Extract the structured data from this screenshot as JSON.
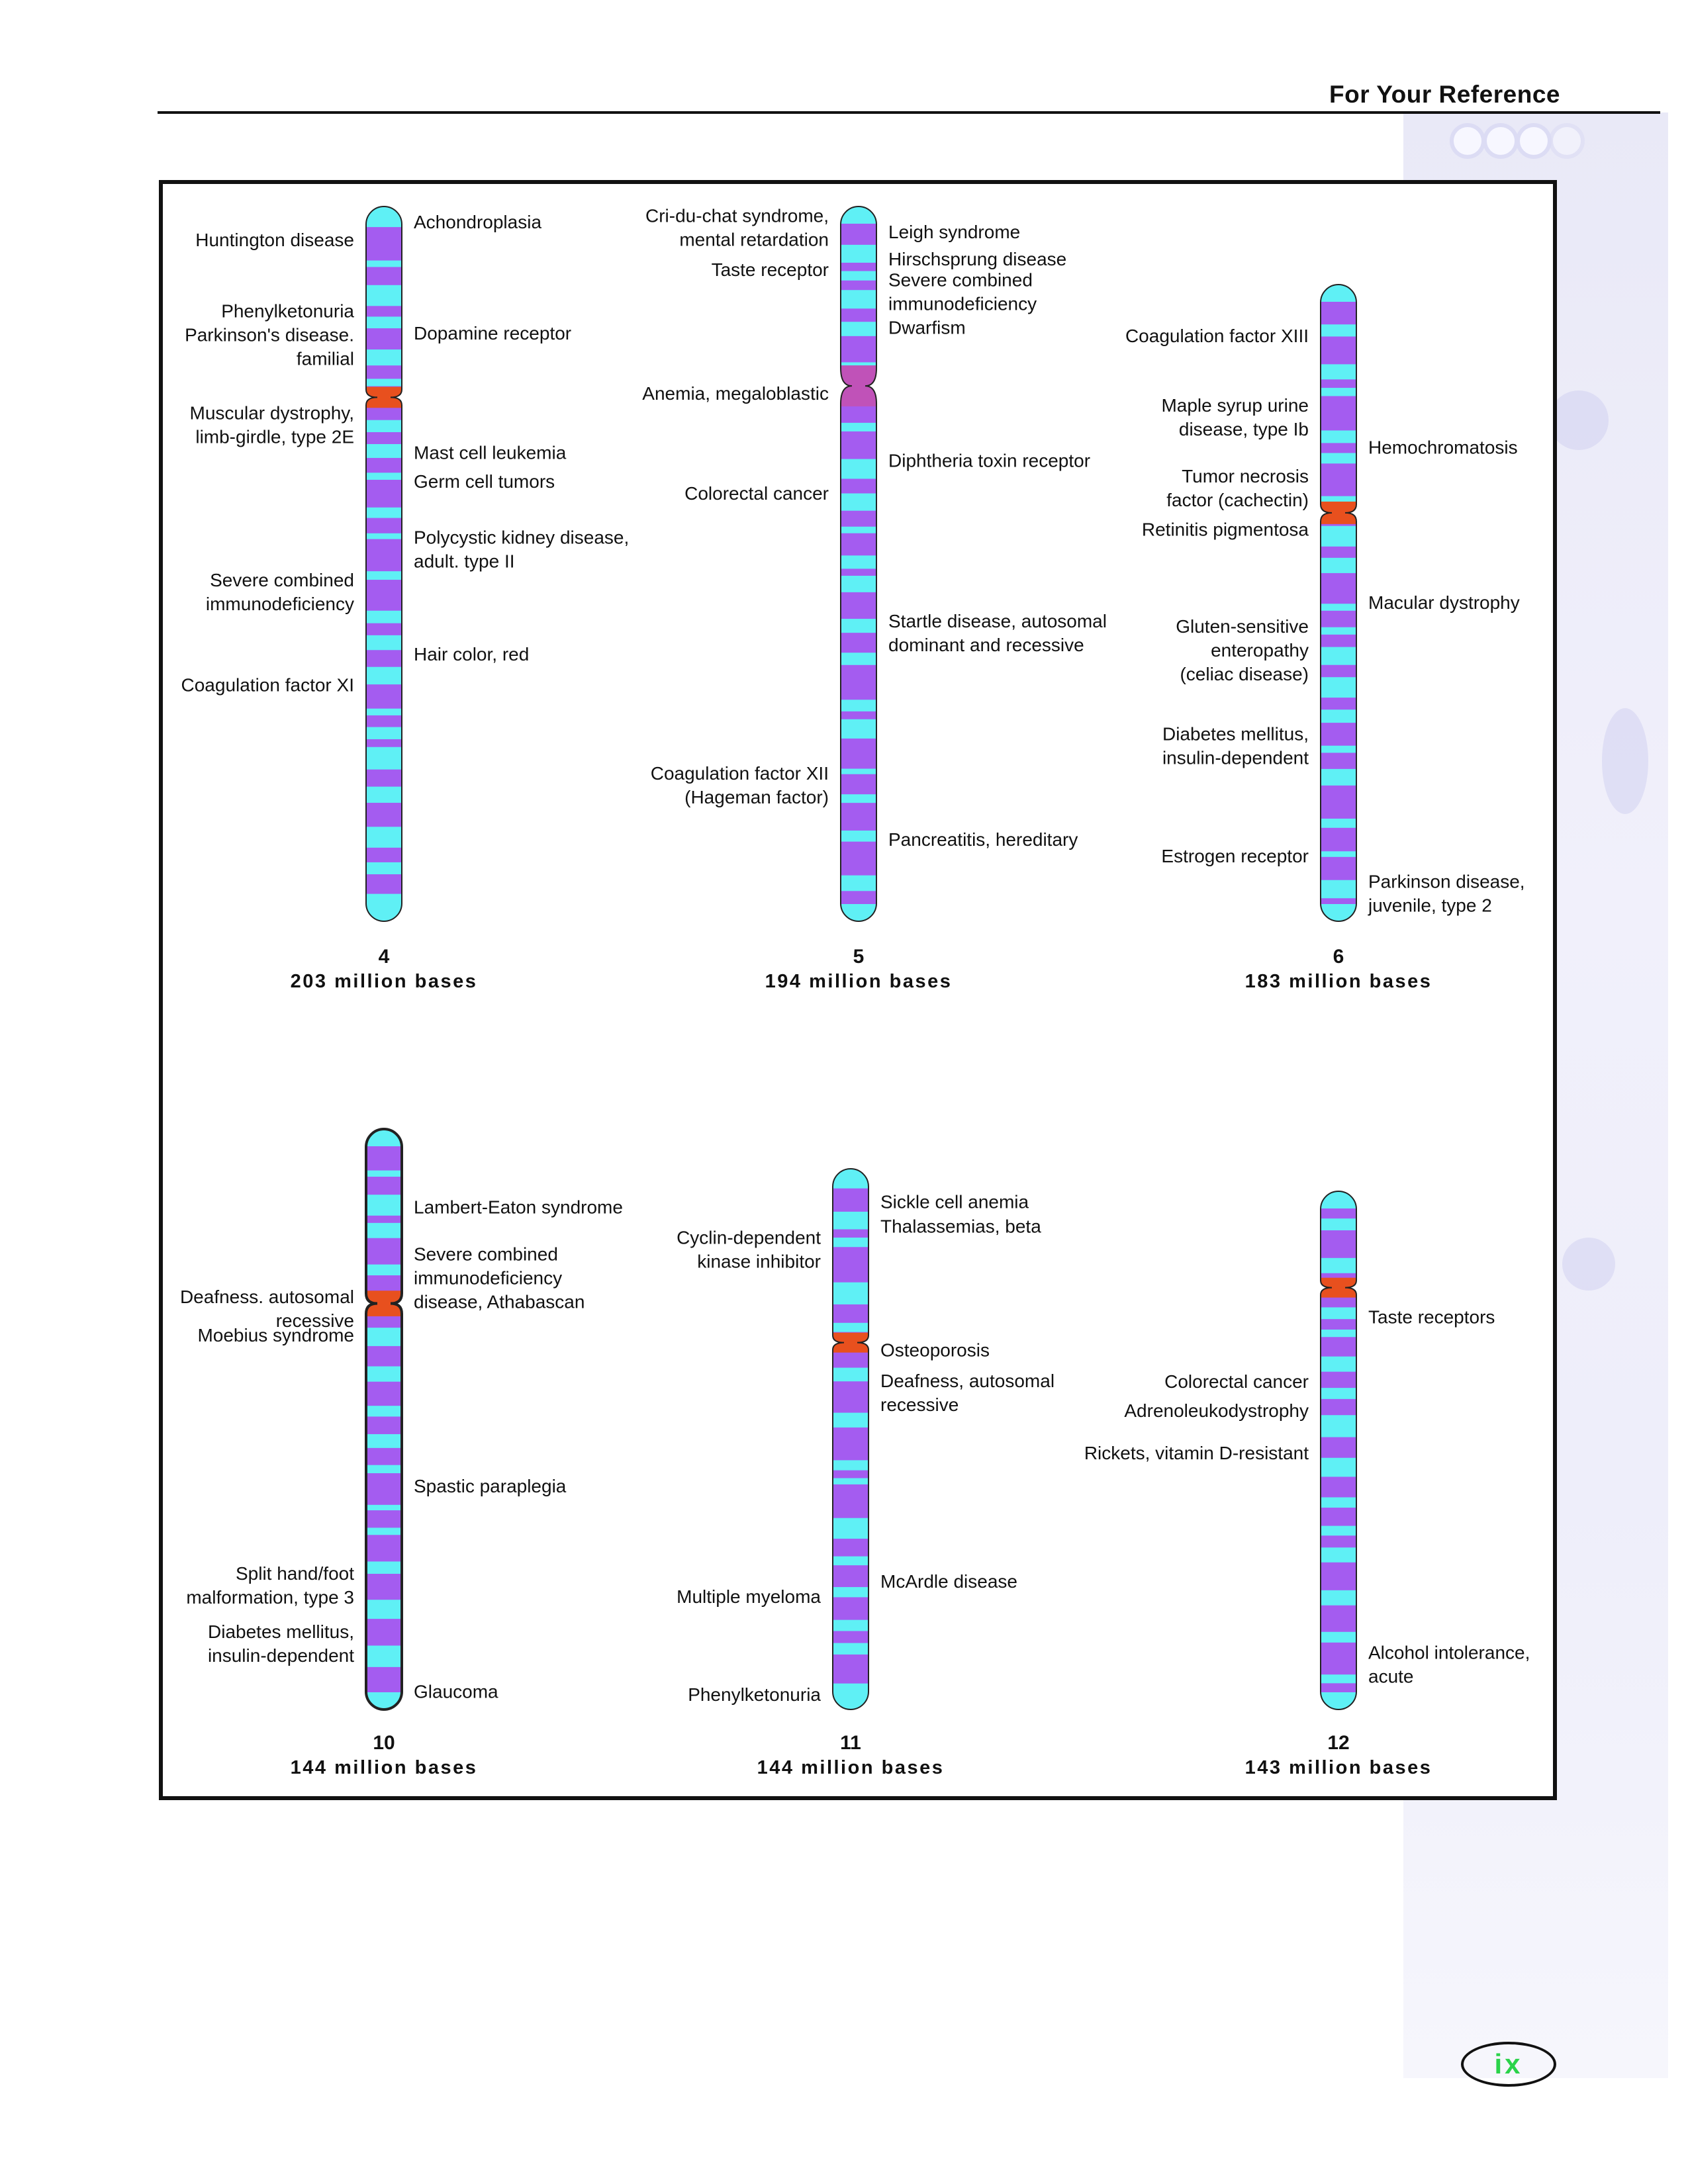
{
  "header": {
    "title": "For Your Reference"
  },
  "page_number": "ix",
  "colors": {
    "band_a": "#5ff0f5",
    "band_b": "#a45cf0",
    "centromere": "#e8501e",
    "outline": "#222222",
    "page_number": "#2bd34a"
  },
  "chromosomes": [
    {
      "number": "4",
      "size": "203 million bases",
      "left_labels": [
        {
          "lines": [
            "Huntington disease"
          ],
          "pos": 0.047
        },
        {
          "lines": [
            "Phenylketonuria",
            "Parkinson's disease.",
            "familial"
          ],
          "pos": 0.18
        },
        {
          "lines": [
            "Muscular dystrophy,",
            "limb-girdle, type 2E"
          ],
          "pos": 0.306
        },
        {
          "lines": [
            "Severe combined",
            "immunodeficiency"
          ],
          "pos": 0.54
        },
        {
          "lines": [
            "Coagulation factor XI"
          ],
          "pos": 0.67
        }
      ],
      "right_labels": [
        {
          "lines": [
            "Achondroplasia"
          ],
          "pos": 0.022
        },
        {
          "lines": [
            "Dopamine receptor"
          ],
          "pos": 0.178
        },
        {
          "lines": [
            "Mast cell leukemia"
          ],
          "pos": 0.345
        },
        {
          "lines": [
            "Germ cell tumors"
          ],
          "pos": 0.385
        },
        {
          "lines": [
            "Polycystic kidney disease,",
            "adult. type II"
          ],
          "pos": 0.48
        },
        {
          "lines": [
            "Hair color, red"
          ],
          "pos": 0.627
        }
      ]
    },
    {
      "number": "5",
      "size": "194 million bases",
      "left_labels": [
        {
          "lines": [
            "Cri-du-chat syndrome,",
            "mental retardation"
          ],
          "pos": 0.03
        },
        {
          "lines": [
            "Taste receptor"
          ],
          "pos": 0.089
        },
        {
          "lines": [
            "Anemia, megaloblastic"
          ],
          "pos": 0.262
        },
        {
          "lines": [
            "Colorectal cancer"
          ],
          "pos": 0.402
        },
        {
          "lines": [
            "Coagulation factor XII",
            "(Hageman factor)"
          ],
          "pos": 0.81
        }
      ],
      "right_labels": [
        {
          "lines": [
            "Leigh syndrome"
          ],
          "pos": 0.036
        },
        {
          "lines": [
            "Hirschsprung disease"
          ],
          "pos": 0.074
        },
        {
          "lines": [
            "Severe combined",
            "immunodeficiency"
          ],
          "pos": 0.12
        },
        {
          "lines": [
            "Dwarfism"
          ],
          "pos": 0.17
        },
        {
          "lines": [
            "Diphtheria toxin receptor"
          ],
          "pos": 0.356
        },
        {
          "lines": [
            "Startle disease, autosomal",
            "dominant and recessive"
          ],
          "pos": 0.597
        },
        {
          "lines": [
            "Pancreatitis, hereditary"
          ],
          "pos": 0.886
        }
      ]
    },
    {
      "number": "6",
      "size": "183 million bases",
      "left_labels": [
        {
          "lines": [
            "Coagulation factor XIII"
          ],
          "pos": 0.081
        },
        {
          "lines": [
            "Maple syrup urine",
            "disease, type Ib"
          ],
          "pos": 0.209
        },
        {
          "lines": [
            "Tumor necrosis",
            "factor (cachectin)"
          ],
          "pos": 0.32
        },
        {
          "lines": [
            "Retinitis pigmentosa"
          ],
          "pos": 0.385
        },
        {
          "lines": [
            "Gluten-sensitive",
            "enteropathy",
            "(celiac disease)"
          ],
          "pos": 0.575
        },
        {
          "lines": [
            "Diabetes mellitus,",
            "insulin-dependent"
          ],
          "pos": 0.725
        },
        {
          "lines": [
            "Estrogen receptor"
          ],
          "pos": 0.898
        }
      ],
      "right_labels": [
        {
          "lines": [
            "Hemochromatosis"
          ],
          "pos": 0.256
        },
        {
          "lines": [
            "Macular dystrophy"
          ],
          "pos": 0.5
        },
        {
          "lines": [
            "Parkinson disease,",
            "juvenile, type 2"
          ],
          "pos": 0.957
        }
      ]
    },
    {
      "number": "10",
      "size": "144 million bases",
      "left_labels": [
        {
          "lines": [
            "Deafness. autosomal",
            "recessive"
          ],
          "pos": 0.31
        },
        {
          "lines": [
            "Moebius syndrome"
          ],
          "pos": 0.356
        },
        {
          "lines": [
            "Split hand/foot",
            "malformation, type 3"
          ],
          "pos": 0.787
        },
        {
          "lines": [
            "Diabetes mellitus,",
            "insulin-dependent"
          ],
          "pos": 0.887
        }
      ],
      "right_labels": [
        {
          "lines": [
            "Lambert-Eaton syndrome"
          ],
          "pos": 0.135
        },
        {
          "lines": [
            "Severe combined",
            "immunodeficiency",
            "disease, Athabascan"
          ],
          "pos": 0.257
        },
        {
          "lines": [
            "Spastic paraplegia"
          ],
          "pos": 0.616
        },
        {
          "lines": [
            "Glaucoma"
          ],
          "pos": 0.97
        }
      ]
    },
    {
      "number": "11",
      "size": "144 million bases",
      "left_labels": [
        {
          "lines": [
            "Cyclin-dependent",
            "kinase inhibitor"
          ],
          "pos": 0.15
        },
        {
          "lines": [
            "Multiple myeloma"
          ],
          "pos": 0.792
        },
        {
          "lines": [
            "Phenylketonuria"
          ],
          "pos": 0.973
        }
      ],
      "right_labels": [
        {
          "lines": [
            "Sickle cell anemia"
          ],
          "pos": 0.062
        },
        {
          "lines": [
            "Thalassemias, beta"
          ],
          "pos": 0.107
        },
        {
          "lines": [
            "Osteoporosis"
          ],
          "pos": 0.336
        },
        {
          "lines": [
            "Deafness, autosomal",
            "recessive"
          ],
          "pos": 0.415
        },
        {
          "lines": [
            "McArdle disease"
          ],
          "pos": 0.764
        }
      ]
    },
    {
      "number": "12",
      "size": "143 million bases",
      "left_labels": [
        {
          "lines": [
            "Colorectal cancer"
          ],
          "pos": 0.368
        },
        {
          "lines": [
            "Adrenoleukodystrophy"
          ],
          "pos": 0.424
        },
        {
          "lines": [
            "Rickets, vitamin D-resistant"
          ],
          "pos": 0.506
        }
      ],
      "right_labels": [
        {
          "lines": [
            "Taste receptors"
          ],
          "pos": 0.243
        },
        {
          "lines": [
            "Alcohol intolerance,",
            "acute"
          ],
          "pos": 0.914
        }
      ]
    }
  ]
}
